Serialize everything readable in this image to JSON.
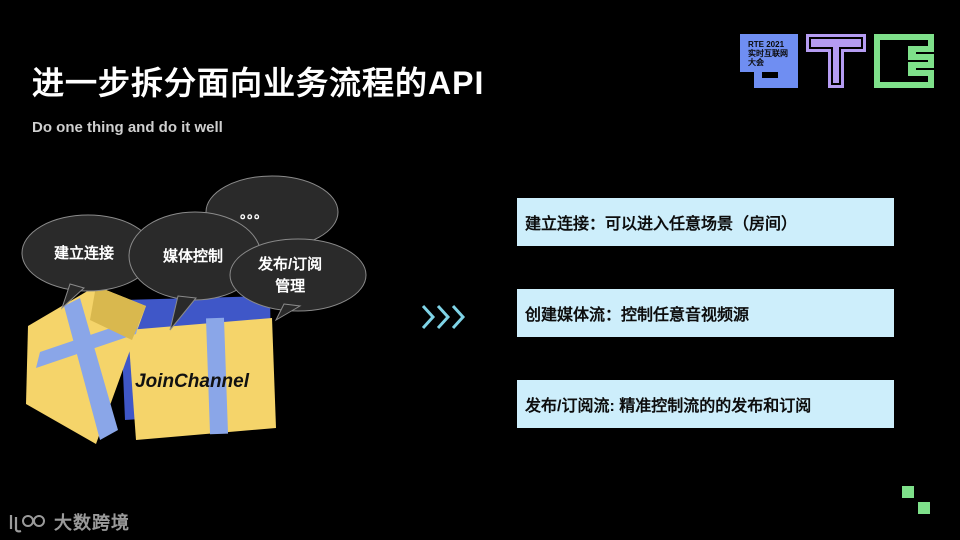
{
  "slide": {
    "title": "进一步拆分面向业务流程的API",
    "subtitle": "Do one thing and do it well"
  },
  "logo": {
    "letters": "RTE",
    "small_text_line1": "RTE 2021",
    "small_text_line2": "实时互联网大会"
  },
  "illustration": {
    "bubble_1": "建立连接",
    "bubble_2": "媒体控制",
    "bubble_3_line1": "发布/订阅",
    "bubble_3_line2": "管理",
    "bubble_4": "。。。",
    "box_label": "JoinChannel"
  },
  "points": [
    {
      "text": "建立连接：可以进入任意场景（房间）"
    },
    {
      "text": "创建媒体流：控制任意音视频源"
    },
    {
      "text": "发布/订阅流: 精准控制流的的发布和订阅"
    }
  ],
  "footer": {
    "brand": "大数跨境"
  },
  "colors": {
    "background": "#000000",
    "box_fill": "#cdeefb",
    "accent_green": "#7ee08a",
    "accent_blue": "#6f8ef2",
    "accent_purple": "#b59cf2",
    "gift_yellow": "#f5d46a",
    "gift_ribbon": "#8aa6e8",
    "arrow_teal": "#7fd3e6"
  }
}
